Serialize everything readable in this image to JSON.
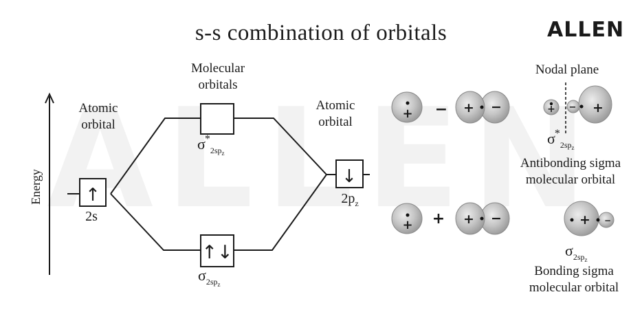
{
  "title": "s-s combination of orbitals",
  "logo": "ALLEN",
  "watermark": "ALLEN",
  "energy_axis_label": "Energy",
  "left_atomic": {
    "label_line1": "Atomic",
    "label_line2": "orbital",
    "name": "2s",
    "electron": "↑"
  },
  "right_atomic": {
    "label_line1": "Atomic",
    "label_line2": "orbital",
    "name": "2p",
    "name_sub": "z",
    "electron": "↓"
  },
  "molecular": {
    "label_line1": "Molecular",
    "label_line2": "orbitals"
  },
  "antibonding_level": {
    "symbol": "σ",
    "star": "*",
    "sub": "2sp",
    "sub_z": "z",
    "electrons": ""
  },
  "bonding_level": {
    "symbol": "σ",
    "sub": "2sp",
    "sub_z": "z",
    "electrons": "↑↓"
  },
  "nodal_plane_label": "Nodal plane",
  "antibonding_desc": {
    "line1": "Antibonding sigma",
    "line2": "molecular orbital"
  },
  "bonding_desc": {
    "line1": "Bonding sigma",
    "line2": "molecular orbital"
  },
  "signs": {
    "plus": "+",
    "minus": "−"
  },
  "colors": {
    "lobe": "#b9b9b9",
    "lobe_edge": "#8a8a8a",
    "watermark": "#f2f2f2",
    "line": "#1a1a1a"
  }
}
